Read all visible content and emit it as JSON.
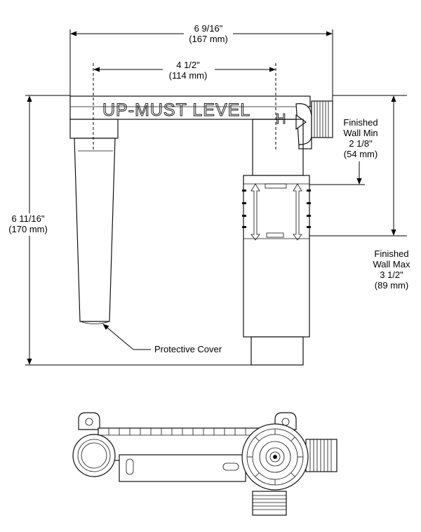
{
  "dimensions": {
    "overall_width": {
      "imperial": "6 9/16\"",
      "metric": "(167 mm)"
    },
    "center_spacing": {
      "imperial": "4 1/2\"",
      "metric": "(114 mm)"
    },
    "overall_height": {
      "imperial": "6 11/16\"",
      "metric": "(170 mm)"
    },
    "finished_wall_min": {
      "line1": "Finished",
      "line2": "Wall Min",
      "imperial": "2 1/8\"",
      "metric": "(54 mm)"
    },
    "finished_wall_max": {
      "line1": "Finished",
      "line2": "Wall Max",
      "imperial": "3 1/2\"",
      "metric": "(89 mm)"
    }
  },
  "callouts": {
    "protective_cover": "Protective Cover"
  },
  "casting": {
    "level_text": "UP-MUST  LEVEL",
    "hot_marker": "H"
  }
}
